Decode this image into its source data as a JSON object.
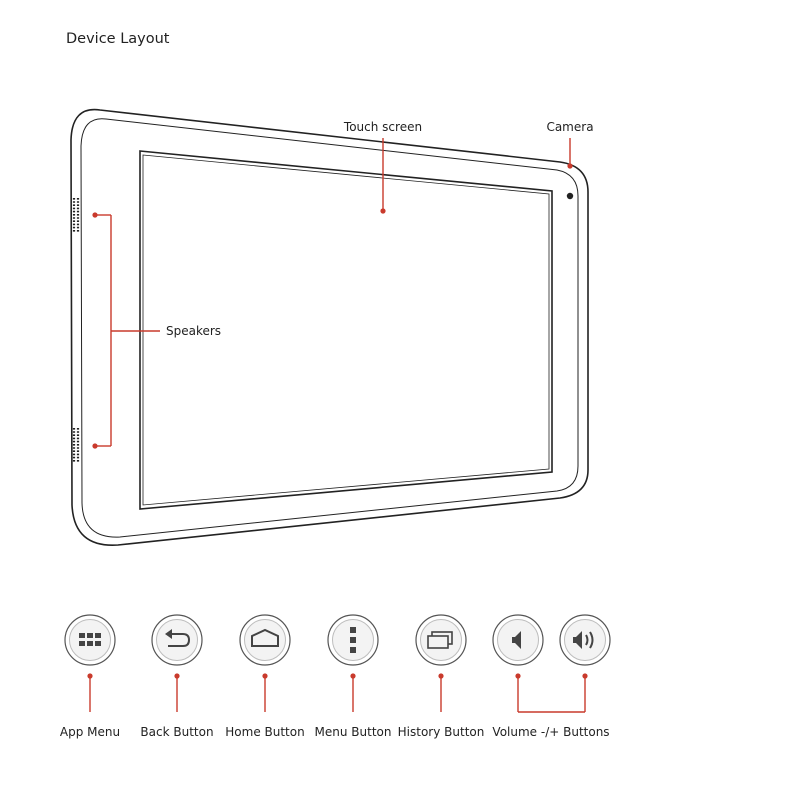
{
  "title": "Device Layout",
  "labels": {
    "touch_screen": "Touch screen",
    "camera": "Camera",
    "speakers": "Speakers"
  },
  "buttons": [
    {
      "icon": "app-menu-icon",
      "label": "App Menu"
    },
    {
      "icon": "back-arrow-icon",
      "label": "Back Button"
    },
    {
      "icon": "home-icon",
      "label": "Home Button"
    },
    {
      "icon": "menu-dots-icon",
      "label": "Menu Button"
    },
    {
      "icon": "history-icon",
      "label": "History Button"
    },
    {
      "icon": "volume-down-icon",
      "label": ""
    },
    {
      "icon": "volume-up-icon",
      "label": ""
    }
  ],
  "volume_label": "Volume -/+ Buttons",
  "colors": {
    "callout": "#c93a2c",
    "outline": "#222222"
  }
}
